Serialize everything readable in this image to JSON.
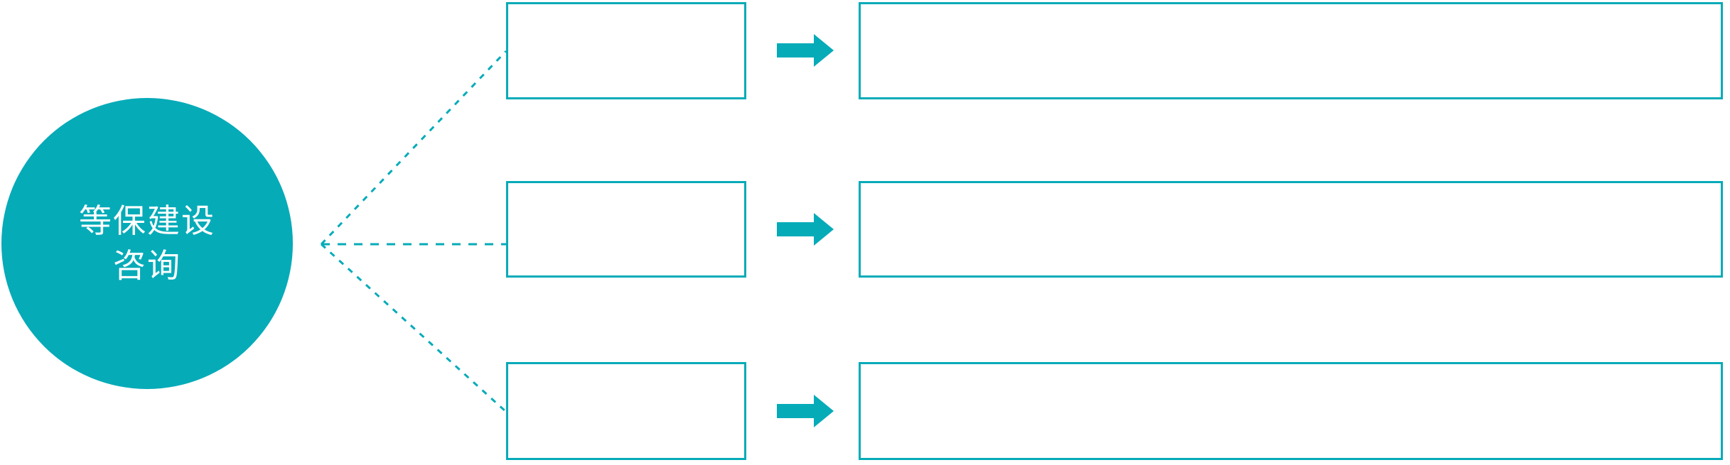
{
  "diagram": {
    "background_color": "#ffffff",
    "accent_color": "#06abb8",
    "hub": {
      "name": "等保建设咨询",
      "line1": "等保建设",
      "line2": "咨询",
      "text_color": "#ffffff",
      "fill_color": "#06abb8"
    },
    "connector": {
      "style": "dashed",
      "color": "#06abb8",
      "origin_label": "fan-junction"
    },
    "rows": [
      {
        "id": "row-1",
        "label": "",
        "detail": "",
        "arrow": "right-block-arrow"
      },
      {
        "id": "row-2",
        "label": "",
        "detail": "",
        "arrow": "right-block-arrow"
      },
      {
        "id": "row-3",
        "label": "",
        "detail": "",
        "arrow": "right-block-arrow"
      }
    ]
  }
}
